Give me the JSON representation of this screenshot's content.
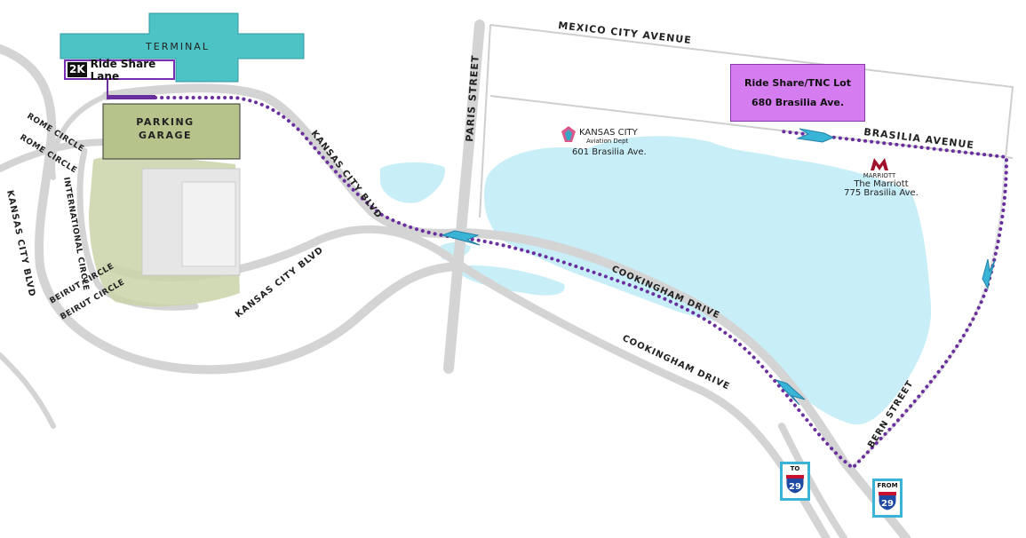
{
  "terminal": {
    "label": "TERMINAL"
  },
  "parking_garage": {
    "line1": "PARKING",
    "line2": "GARAGE"
  },
  "rideshare_lane": {
    "badge": "2K",
    "label": "Ride Share Lane"
  },
  "tnc_lot": {
    "name": "Ride Share/TNC Lot",
    "address": "680 Brasilia Ave."
  },
  "roads": {
    "mexico_city_ave": "MEXICO CITY AVENUE",
    "brasilia_ave": "BRASILIA AVENUE",
    "paris_st": "PARIS STREET",
    "kansas_city_blvd_upper": "KANSAS CITY BLVD",
    "kansas_city_blvd_lower": "KANSAS CITY BLVD",
    "kansas_city_blvd_left": "KANSAS CITY BLVD",
    "cookingham_upper": "COOKINGHAM DRIVE",
    "cookingham_lower": "COOKINGHAM DRIVE",
    "bern_st": "BERN STREET",
    "rome_circle_1": "ROME CIRCLE",
    "rome_circle_2": "ROME CIRCLE",
    "international_circle": "INTERNATIONAL CIRCLE",
    "beirut_circle_1": "BEIRUT CIRCLE",
    "beirut_circle_2": "BEIRUT CIRCLE"
  },
  "places": {
    "aviation": {
      "line1": "KANSAS CITY",
      "line2": "Aviation Dept",
      "address": "601 Brasilia Ave."
    },
    "marriott": {
      "logo": "MARRIOTT",
      "name": "The Marriott",
      "address": "775 Brasilia Ave."
    }
  },
  "highway_signs": {
    "to": {
      "dir": "TO",
      "number": "29"
    },
    "from": {
      "dir": "FROM",
      "number": "29"
    }
  },
  "colors": {
    "terminal": "#4ec3c6",
    "garage": "#b6c48c",
    "water": "#c8eef8",
    "route": "#6a2f9e",
    "arrow": "#3ab4d6",
    "road": "#d0d0d0",
    "tnc_lot": "#d47cf0"
  }
}
